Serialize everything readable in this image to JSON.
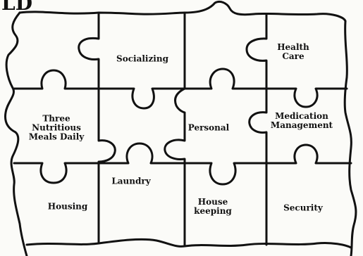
{
  "puzzle": {
    "header_fragment": "LD",
    "pieces": [
      {
        "id": "socializing",
        "label": "Socializing"
      },
      {
        "id": "health-care",
        "label": "Health\nCare"
      },
      {
        "id": "three-nutritious-meals",
        "label": "Three\nNutritious\nMeals Daily"
      },
      {
        "id": "personal",
        "label": "Personal"
      },
      {
        "id": "medication-management",
        "label": "Medication\nManagement"
      },
      {
        "id": "laundry",
        "label": "Laundry"
      },
      {
        "id": "housing",
        "label": "Housing"
      },
      {
        "id": "house-keeping",
        "label": "House\nkeeping"
      },
      {
        "id": "security",
        "label": "Security"
      }
    ]
  }
}
